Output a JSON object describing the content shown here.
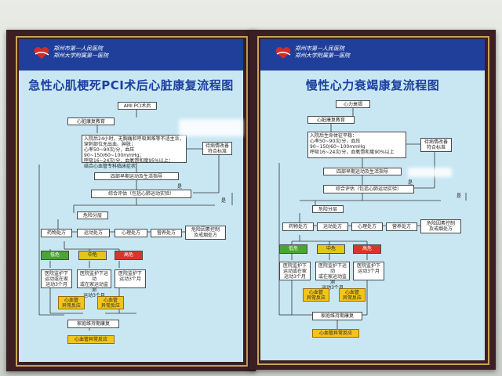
{
  "left_poster": {
    "hospital_line1": "郑州市第一人民医院",
    "hospital_line2": "郑州大学附属第一医院",
    "title": "急性心肌梗死PCI术后心脏康复流程图",
    "start": "AMI PCI术后",
    "education": "心脏康复教育",
    "admission": "入院后24小时，无胸痛和呼吸困难等不适主诉，\n穿刺部位无出血、肿胀；\n心率50~90次/分，血压90~150/60~100mmHg；\n呼吸16~24次/分，血氧饱和度95%以上；\n结合心血管专科临床症状",
    "wait": "待病情改善\n符合标准",
    "stage4": "四部早期运动及生活指导",
    "assess": "综合评估（包括心肺运动实验）",
    "yes1": "是",
    "yes2": "是",
    "risk": "危险分层",
    "drug": "药物处方",
    "exercise": "运动处方",
    "psych": "心理处方",
    "nutrition": "营养处方",
    "risk_factor": "危险因素控制\n及戒烟处方",
    "low": "低危",
    "mid": "中危",
    "high": "高危",
    "c1": "医院监护下\n运动或在家\n运动3个月",
    "c2": "医院监护下运动\n或在家运动监测\n运动3个月",
    "c3": "医院监护下\n运动3个月",
    "abn1": "心血管\n异常反应",
    "abn2": "心血管\n异常反应",
    "home": "家庭维持期康复",
    "abn3": "心血管异常反应"
  },
  "right_poster": {
    "hospital_line1": "郑州市第一人民医院",
    "hospital_line2": "郑州大学附属第一医院",
    "title": "慢性心力衰竭康复流程图",
    "start": "心力衰竭",
    "education": "心脏康复教育",
    "admission": "入院后生命体征平稳：\n心率50~90次/分，血压90~150/60~100mmHg\n呼吸16~24次/分，血氧饱和度90%以上",
    "wait": "待病情改善\n符合标准",
    "stage4": "四部早期运动及生活指导",
    "assess": "综合评估（包括心肺运动实验）",
    "yes1": "是",
    "yes2": "是",
    "risk": "危险分层",
    "drug": "药物处方",
    "exercise": "运动处方",
    "psych": "心理处方",
    "nutrition": "营养处方",
    "risk_factor": "危险因素控制\n及戒烟处方",
    "low": "低危",
    "mid": "中危",
    "high": "高危",
    "c1": "医院监护下\n运动或在家\n运动3个月",
    "c2": "医院监护下运动\n或在家运动监测\n运动3个月",
    "c3": "医院监护下\n运动3个月",
    "abn1": "心血管\n异常反应",
    "abn2": "心血管\n异常反应",
    "home": "家庭维持期康复",
    "abn3": "心血管异常反应"
  },
  "colors": {
    "frame": "#3b1f24",
    "gold_trim": "#c7a455",
    "header_blue": "#1f3f9a",
    "title_blue": "#1d3f9e",
    "poster_bg": "#c8e7f3",
    "low_risk": "#4aa532",
    "mid_risk": "#e3c61a",
    "high_risk": "#d8362a",
    "warning": "#f3c51b"
  }
}
